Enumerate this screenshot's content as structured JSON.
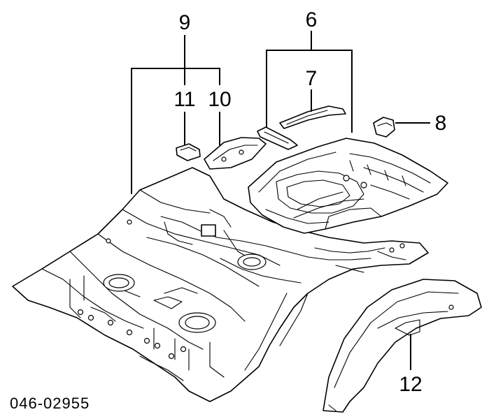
{
  "diagram": {
    "callouts": {
      "c6": "6",
      "c7": "7",
      "c8": "8",
      "c9": "9",
      "c10": "10",
      "c11": "11",
      "c12": "12"
    },
    "drawing_code": "046-02955"
  }
}
